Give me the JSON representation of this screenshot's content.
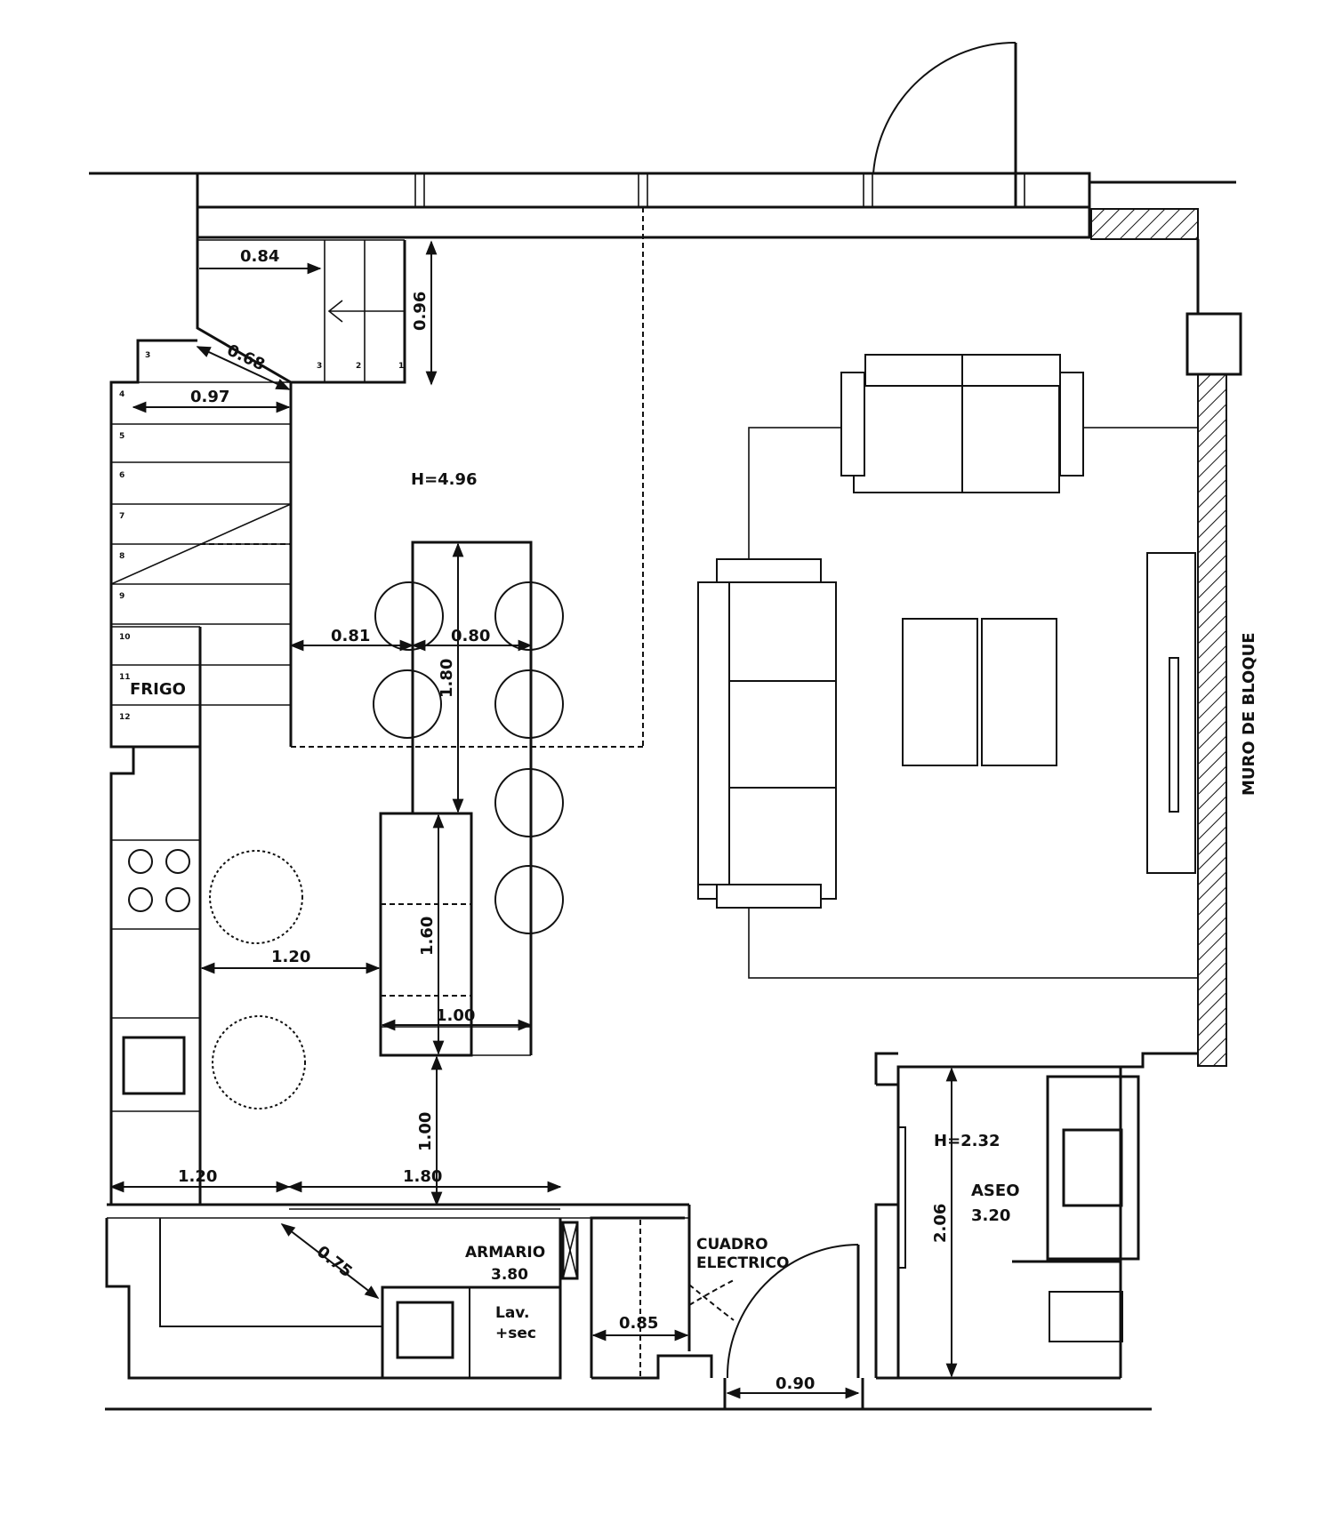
{
  "plan": {
    "labels": {
      "h_main": "H=4.96",
      "frigo": "FRIGO",
      "armario_name": "ARMARIO",
      "armario_area": "3.80",
      "lav_line1": "Lav.",
      "lav_line2": "+sec",
      "cuadro_line1": "CUADRO",
      "cuadro_line2": "ELECTRICO",
      "h_aseo": "H=2.32",
      "aseo_name": "ASEO",
      "aseo_area": "3.20",
      "muro": "MURO DE BLOQUE"
    },
    "stair_steps": [
      "1",
      "2",
      "3",
      "4",
      "5",
      "6",
      "7",
      "8",
      "9",
      "10",
      "11",
      "12"
    ],
    "dimensions": {
      "stair_top_width": "0.84",
      "stair_diag": "0.68",
      "stair_depth": "0.96",
      "stair_width": "0.97",
      "left_gap": "0.81",
      "chair_gap": "0.80",
      "island_upper": "1.80",
      "island_length": "1.60",
      "kitchen_gap": "1.20",
      "island_width": "1.00",
      "island_bottom_gap": "1.00",
      "bottom_left": "1.20",
      "bottom_mid": "1.80",
      "armario_diag": "0.75",
      "cuadro_width": "0.85",
      "door_width": "0.90",
      "aseo_height": "2.06"
    }
  }
}
